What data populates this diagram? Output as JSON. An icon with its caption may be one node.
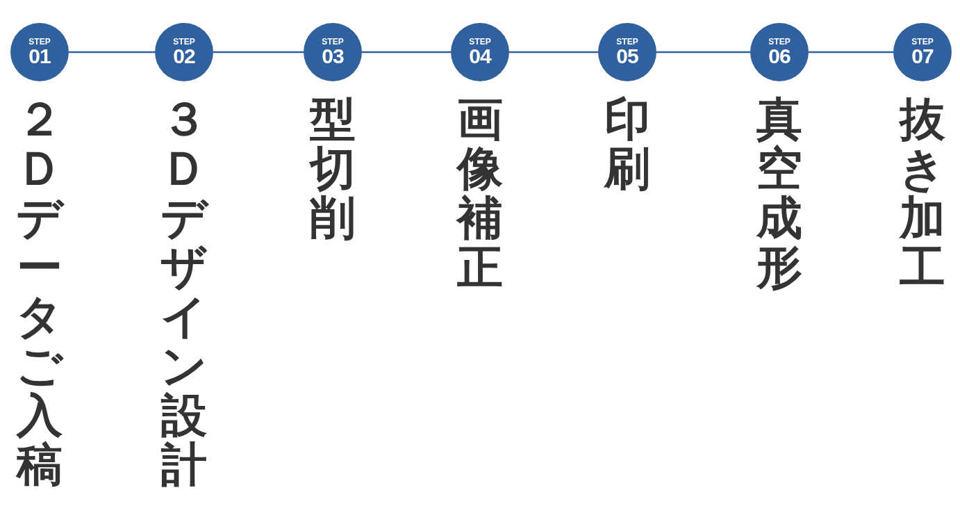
{
  "diagram": {
    "nodes": [
      {
        "text": [
          "STEP",
          "01"
        ],
        "beside": [
          "２Ｄデータご入稿"
        ]
      },
      {
        "text": [
          "STEP",
          "02"
        ],
        "beside": [
          "３Ｄデザイン設計"
        ]
      },
      {
        "text": [
          "STEP",
          "03"
        ],
        "beside": [
          "型切削"
        ]
      },
      {
        "text": [
          "STEP",
          "04"
        ],
        "beside": [
          "画像補正"
        ]
      },
      {
        "text": [
          "STEP",
          "05"
        ],
        "beside": [
          "印刷"
        ]
      },
      {
        "text": [
          "STEP",
          "06"
        ],
        "beside": [
          "真空成形"
        ]
      },
      {
        "text": [
          "STEP",
          "07"
        ],
        "beside": [
          "抜き加工"
        ]
      }
    ],
    "edges": [
      {
        "from": 0,
        "to": 1,
        "arrow": "none"
      },
      {
        "from": 1,
        "to": 2,
        "arrow": "none"
      },
      {
        "from": 2,
        "to": 3,
        "arrow": "none"
      },
      {
        "from": 3,
        "to": 4,
        "arrow": "none"
      },
      {
        "from": 4,
        "to": 5,
        "arrow": "none"
      },
      {
        "from": 5,
        "to": 6,
        "arrow": "none"
      }
    ]
  }
}
